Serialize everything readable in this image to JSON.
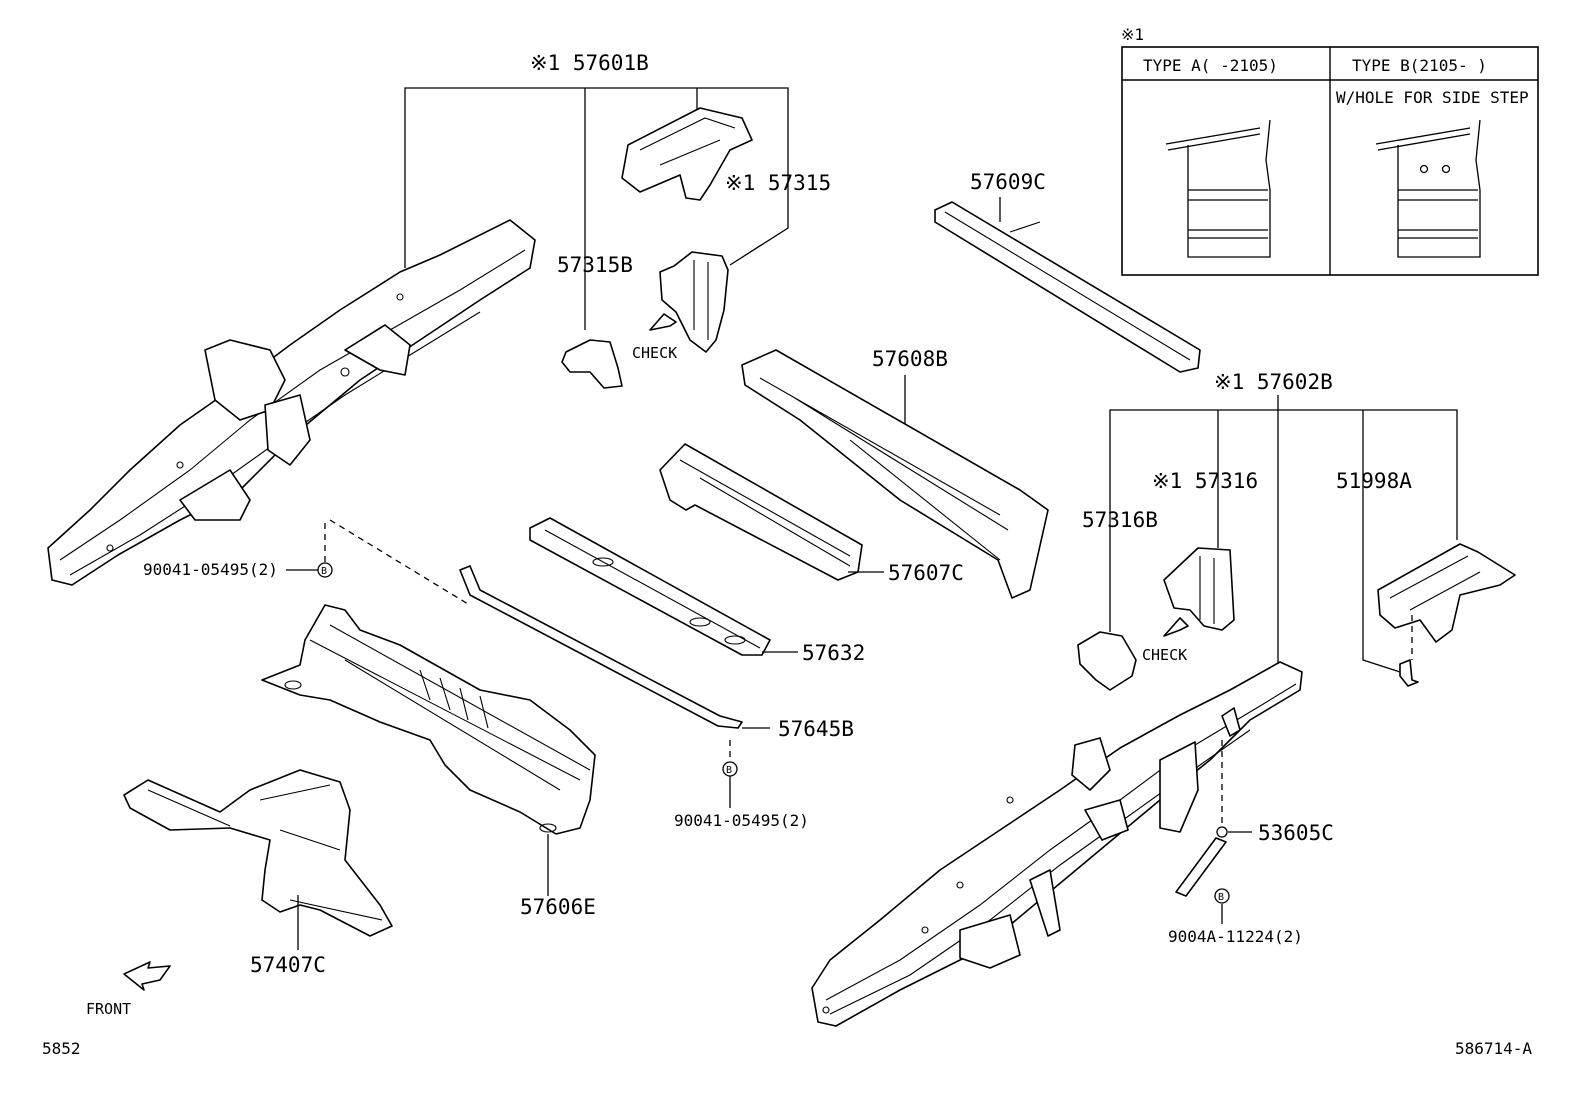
{
  "diagram": {
    "callouts": {
      "p57601B": "※1 57601B",
      "p57315": "※1 57315",
      "p57315B": "57315B",
      "p57609C": "57609C",
      "p57608B": "57608B",
      "p57607C": "57607C",
      "p57632": "57632",
      "p57645B": "57645B",
      "p57606E": "57606E",
      "p57407C": "57407C",
      "p57602B": "※1 57602B",
      "p57316": "※1 57316",
      "p57316B": "57316B",
      "p51998A": "51998A",
      "p53605C": "53605C"
    },
    "bolts": {
      "left": "90041-05495(2)",
      "center": "90041-05495(2)",
      "right": "9004A-11224(2)"
    },
    "marker": "B",
    "check_labels": [
      "CHECK",
      "CHECK"
    ],
    "front_label": "FRONT",
    "footer_left": "5852",
    "footer_right": "586714-A"
  },
  "legend_table": {
    "note_mark": "※1",
    "col_a": "TYPE A(    -2105)",
    "col_b": "TYPE B(2105-    )",
    "col_b_note": "W/HOLE FOR SIDE STEP"
  }
}
